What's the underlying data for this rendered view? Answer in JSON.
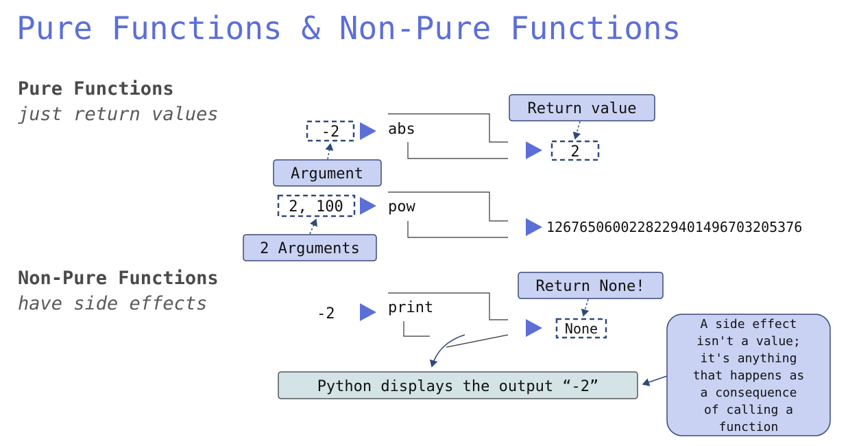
{
  "title": "Pure Functions & Non-Pure Functions",
  "pure": {
    "heading": "Pure Functions",
    "subheading": "just return values",
    "abs": {
      "input": "-2",
      "name": "abs",
      "output": "2",
      "argument_label": "Argument",
      "return_label": "Return value"
    },
    "pow": {
      "input": "2, 100",
      "name": "pow",
      "output": "1267650600228229401496703205376",
      "argument_label": "2 Arguments"
    }
  },
  "nonpure": {
    "heading": "Non-Pure Functions",
    "subheading": "have side effects",
    "print": {
      "input": "-2",
      "name": "print",
      "output": "None",
      "return_label": "Return None!",
      "display_label": "Python displays the output “-2”"
    },
    "side_effect_note": [
      "A side effect",
      "isn't a value;",
      "it's anything",
      "that happens as",
      "a consequence",
      "of calling a",
      "function"
    ]
  },
  "colors": {
    "title": "#5b6fd6",
    "heading": "#4a4a4a",
    "subheading": "#595959",
    "arrow": "#5b6fd6",
    "callout_fill": "#c9d2f3",
    "callout_stroke": "#3a4a7a",
    "display_fill": "#d3e3e6",
    "dashed": "#2e4a7a",
    "line": "#333333",
    "text": "#111111"
  }
}
